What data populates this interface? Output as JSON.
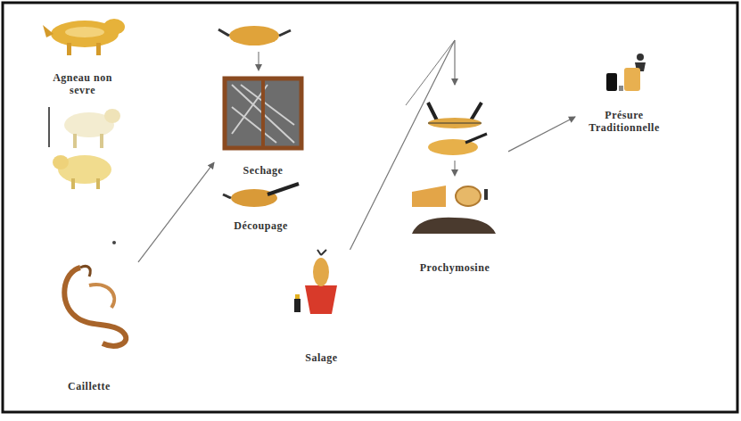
{
  "diagram": {
    "nodes": [
      {
        "text": [
          "Agneau non sevre"
        ]
      },
      {
        "text": [
          "Caillette"
        ]
      },
      {
        "text": [
          "Sechage"
        ]
      },
      {
        "text": [
          "Découpage"
        ]
      },
      {
        "text": [
          "Salage"
        ]
      },
      {
        "text": [
          "Prochymosine"
        ]
      },
      {
        "text": [
          "Présure Traditionnelle"
        ]
      }
    ],
    "edges": [
      {
        "from": 1,
        "to": 2,
        "arrow": "to"
      },
      {
        "from": 4,
        "to": 5,
        "arrow": "to"
      },
      {
        "from": 5,
        "to": 6,
        "arrow": "to"
      }
    ]
  }
}
